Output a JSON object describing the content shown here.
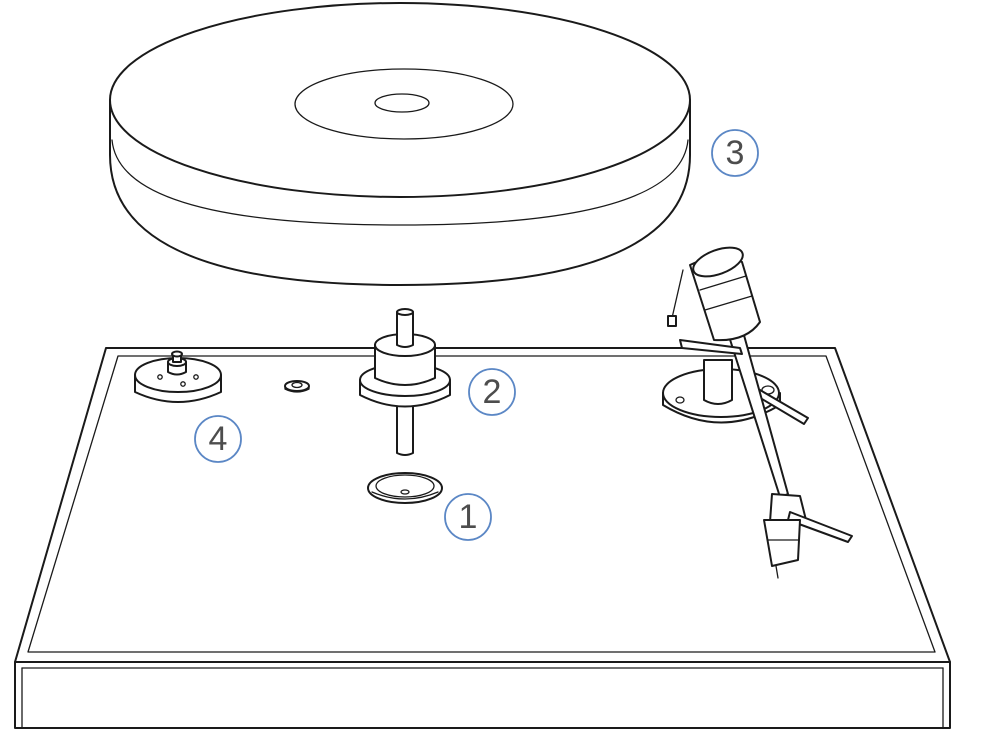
{
  "colors": {
    "line": "#1a1a1a",
    "callout_ring": "#5b87c5",
    "callout_text": "#4d4d4d",
    "background": "#ffffff"
  },
  "callouts": [
    {
      "id": "bearing-well",
      "label": "1"
    },
    {
      "id": "spindle-bearing",
      "label": "2"
    },
    {
      "id": "platter",
      "label": "3"
    },
    {
      "id": "motor-pulley",
      "label": "4"
    }
  ],
  "parts": {
    "plinth": "plinth",
    "platter": "platter",
    "spindle": "spindle",
    "bearing_well": "bearing-well",
    "motor_pulley": "motor-pulley",
    "small_post": "small-post",
    "tonearm": "tonearm"
  }
}
